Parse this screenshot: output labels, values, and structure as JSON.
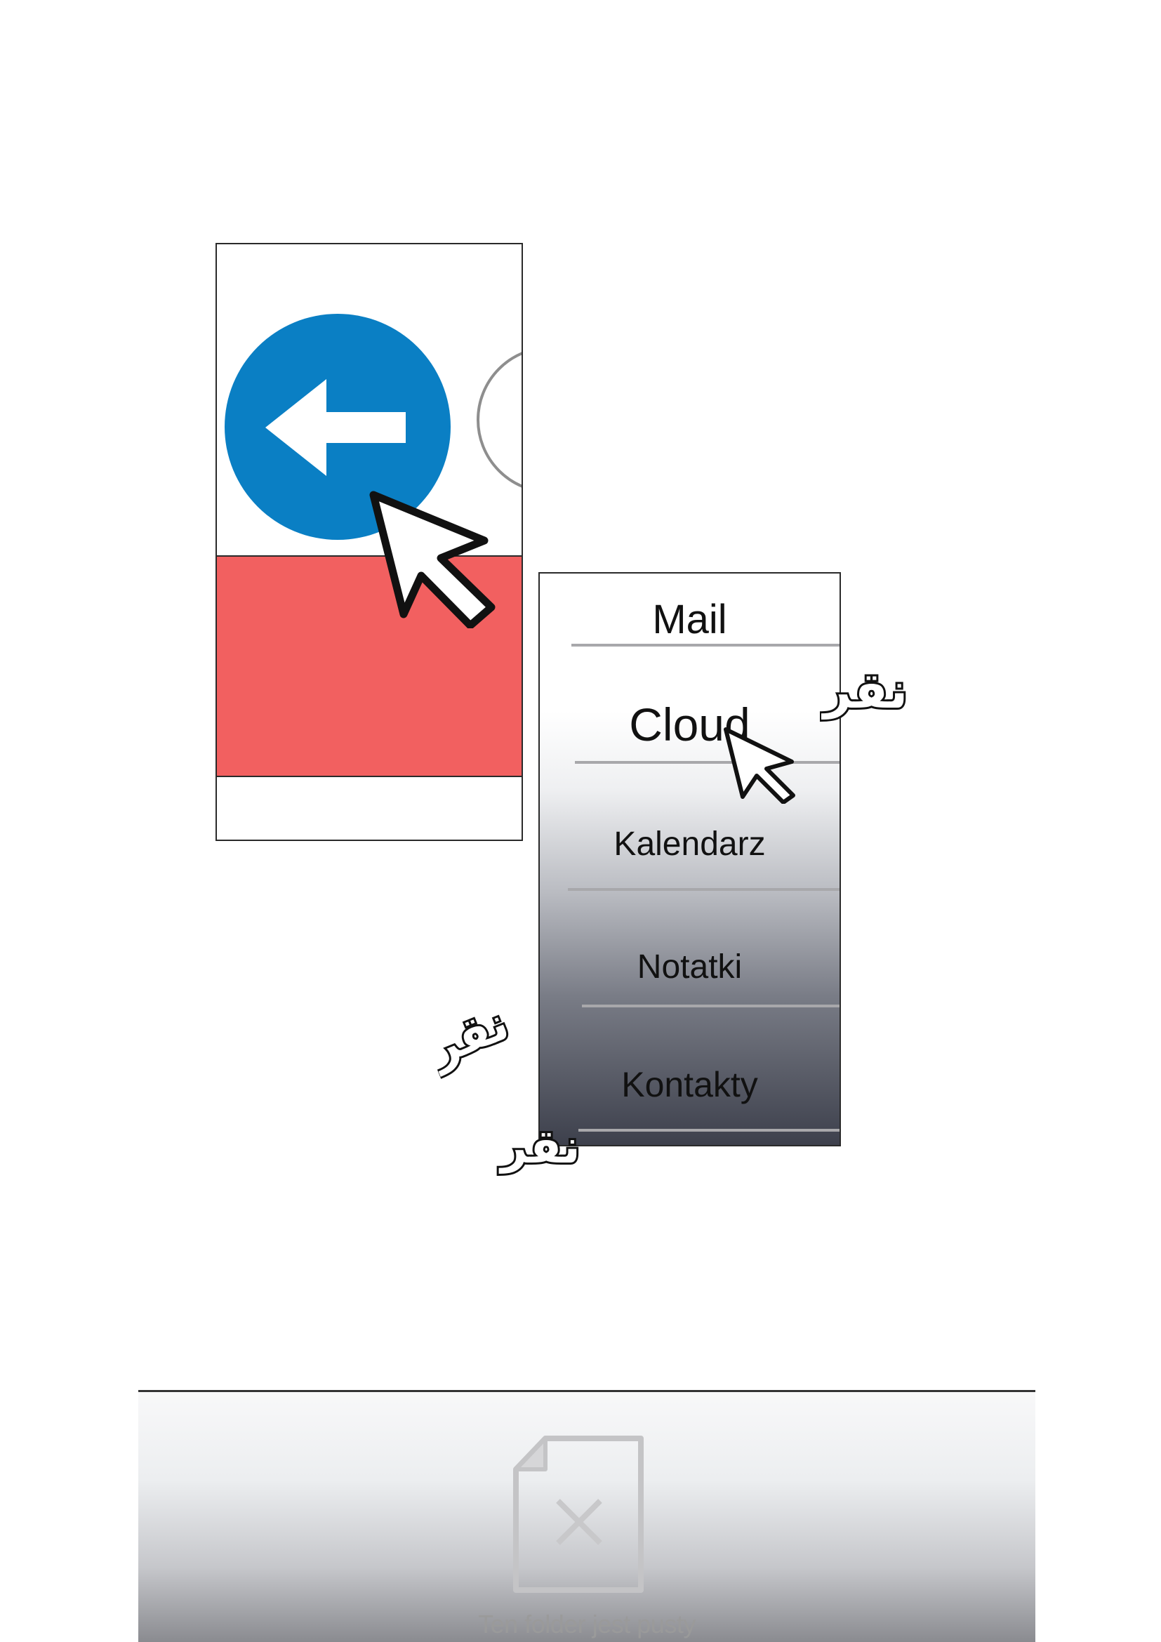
{
  "menu": {
    "items": [
      {
        "label": "Mail"
      },
      {
        "label": "Cloud"
      },
      {
        "label": "Kalendarz"
      },
      {
        "label": "Notatki"
      },
      {
        "label": "Kontakty"
      }
    ]
  },
  "empty_folder": {
    "message": "Ten folder jest pusty"
  },
  "stickers": [
    "نقر",
    "نقر",
    "نقر"
  ],
  "colors": {
    "back_button": "#0a7fc4",
    "red_block": "#f26060",
    "menu_text": "#111111",
    "empty_text": "#9a9a9a"
  },
  "icons": {
    "back": "arrow-left-icon",
    "cursor": "mouse-pointer-icon",
    "empty_file": "empty-file-x-icon"
  }
}
